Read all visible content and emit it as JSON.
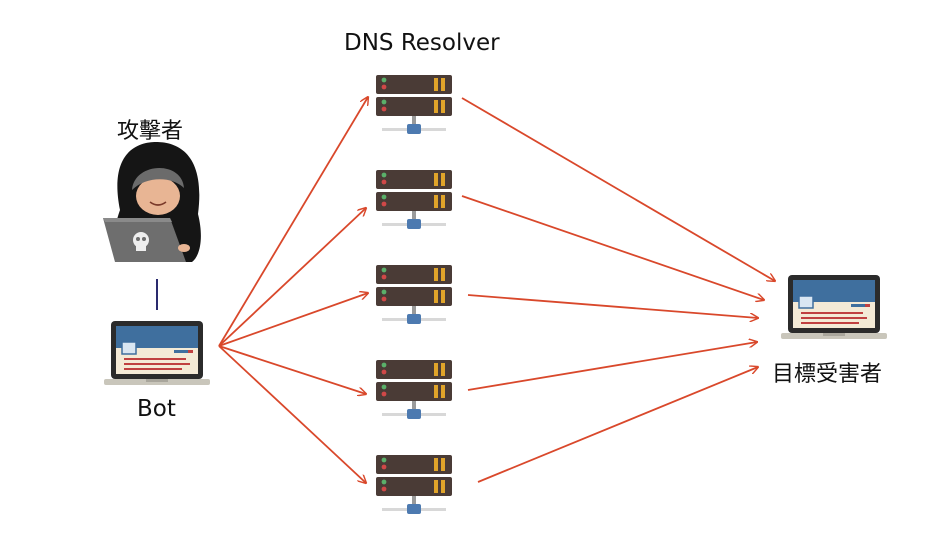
{
  "labels": {
    "resolver": "DNS Resolver",
    "attacker": "攻擊者",
    "bot": "Bot",
    "victim": "目標受害者"
  },
  "resolver_count": 5,
  "colors": {
    "arrow": "#d9482b",
    "link": "#2a2a6e",
    "server_body": "#4a3b36",
    "server_slot": "#e0a42a",
    "screen": "#3f6f9e"
  },
  "icons": [
    "hacker-icon",
    "bot-laptop-icon",
    "server-icon",
    "victim-laptop-icon"
  ]
}
